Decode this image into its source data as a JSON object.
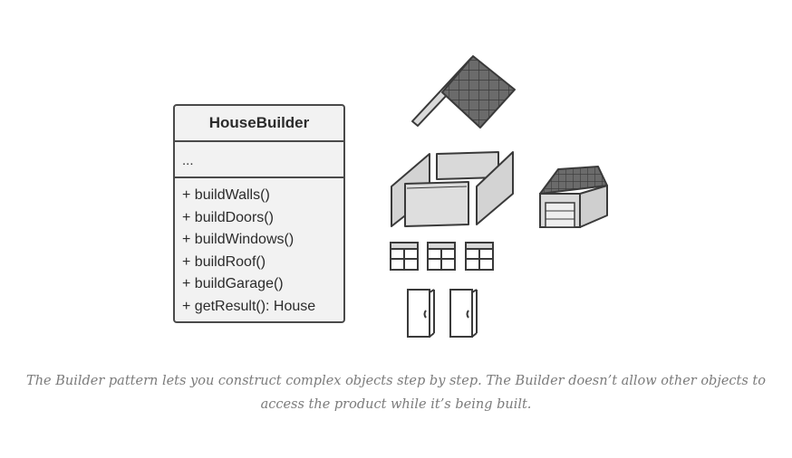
{
  "diagram": {
    "class_name": "HouseBuilder",
    "fields_placeholder": "...",
    "methods": [
      "+ buildWalls()",
      "+ buildDoors()",
      "+ buildWindows()",
      "+ buildRoof()",
      "+ buildGarage()",
      "+ getResult(): House"
    ],
    "illustration_parts": [
      "roof-icon",
      "walls-icon",
      "garage-icon",
      "window-icon",
      "door-icon"
    ]
  },
  "caption": {
    "text": "The Builder pattern lets you construct complex objects step by step. The Builder doesn’t allow other objects to access the product while it’s being built."
  },
  "colors": {
    "outline": "#4a4a4a",
    "fill_light": "#d9d9d9",
    "roof_tile": "#6b6b6b",
    "caption": "#7b7b7b"
  }
}
